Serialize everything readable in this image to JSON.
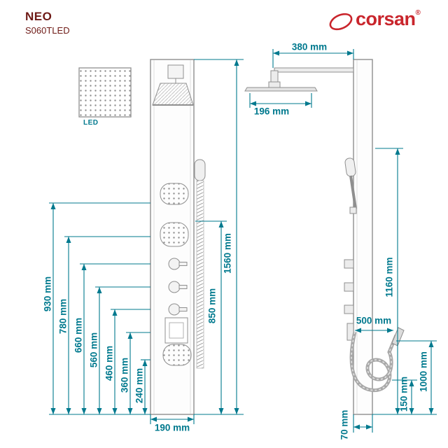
{
  "header": {
    "model_name": "NEO",
    "model_code": "S060TLED",
    "brand": "corsan",
    "registered_mark": "®"
  },
  "colors": {
    "dimension_teal": "#00798e",
    "drawing_gray": "#8f8f8f",
    "brand_red": "#c9252c",
    "model_maroon": "#6e1a16"
  },
  "icons": {
    "logo_swoosh": "red-ellipse-swoosh",
    "led_panel": "dotted-led-square"
  },
  "front_view": {
    "led_label": "LED",
    "width_label": "190 mm",
    "total_height_label": "1560 mm",
    "hand_shower_height_label": "850 mm",
    "feature_heights": [
      "930 mm",
      "780 mm",
      "660 mm",
      "560 mm",
      "460 mm",
      "360 mm",
      "240 mm"
    ]
  },
  "side_view": {
    "arm_length_label": "380 mm",
    "head_size_label": "196 mm",
    "height_1160_label": "1160 mm",
    "hose_label": "500 mm",
    "height_1000_label": "1000 mm",
    "height_150_label": "150 mm",
    "depth_label": "70 mm"
  }
}
